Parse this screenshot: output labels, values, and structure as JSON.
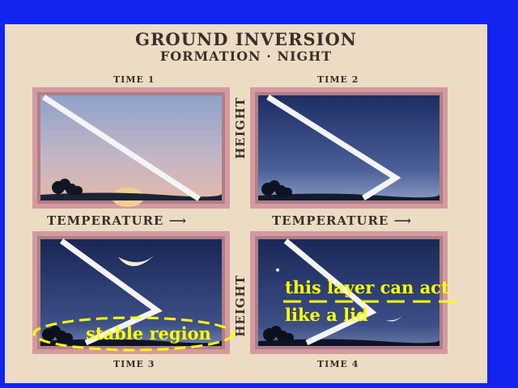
{
  "diagram": {
    "title": "GROUND INVERSION",
    "subtitle": "FORMATION · NIGHT",
    "panels": [
      {
        "label": "TIME 1"
      },
      {
        "label": "TIME 2"
      },
      {
        "label": "TIME 3"
      },
      {
        "label": "TIME 4"
      }
    ],
    "x_axis_label": "TEMPERATURE",
    "y_axis_label": "HEIGHT",
    "annotations": {
      "stable": "stable region",
      "lid_line1": "this layer can act",
      "lid_line2": "like a lid"
    },
    "colors": {
      "background": "#1424f0",
      "slide": "#ecdcc3",
      "annotation": "#ffff00",
      "frame": "#d39aa0"
    }
  }
}
